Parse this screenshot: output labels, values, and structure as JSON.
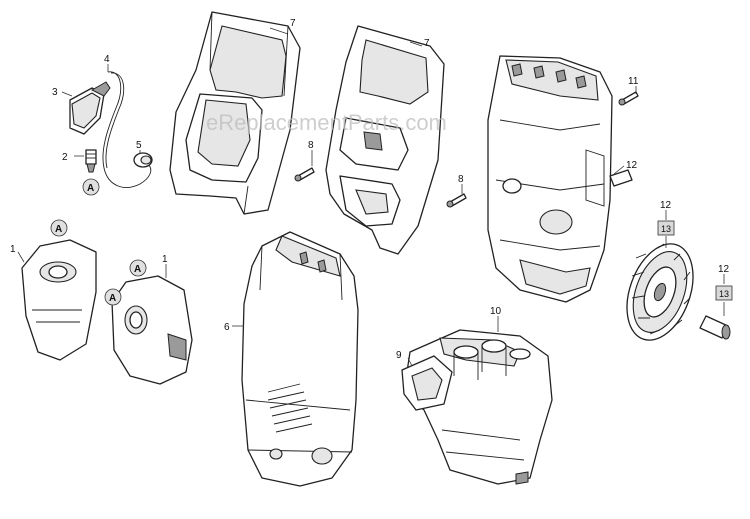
{
  "watermark": "eReplacementParts.com",
  "callouts": {
    "c1a": "1",
    "c1b": "1",
    "c2": "2",
    "c3": "3",
    "c4": "4",
    "c5": "5",
    "c6": "6",
    "c7a": "7",
    "c7b": "7",
    "c8a": "8",
    "c8b": "8",
    "c9": "9",
    "c10": "10",
    "c11": "11",
    "c12a": "12",
    "c12b": "12",
    "c12c": "12",
    "c13a": "13",
    "c13b": "13"
  },
  "badges": {
    "a1": "A",
    "a2": "A",
    "a3": "A",
    "a4": "A"
  }
}
